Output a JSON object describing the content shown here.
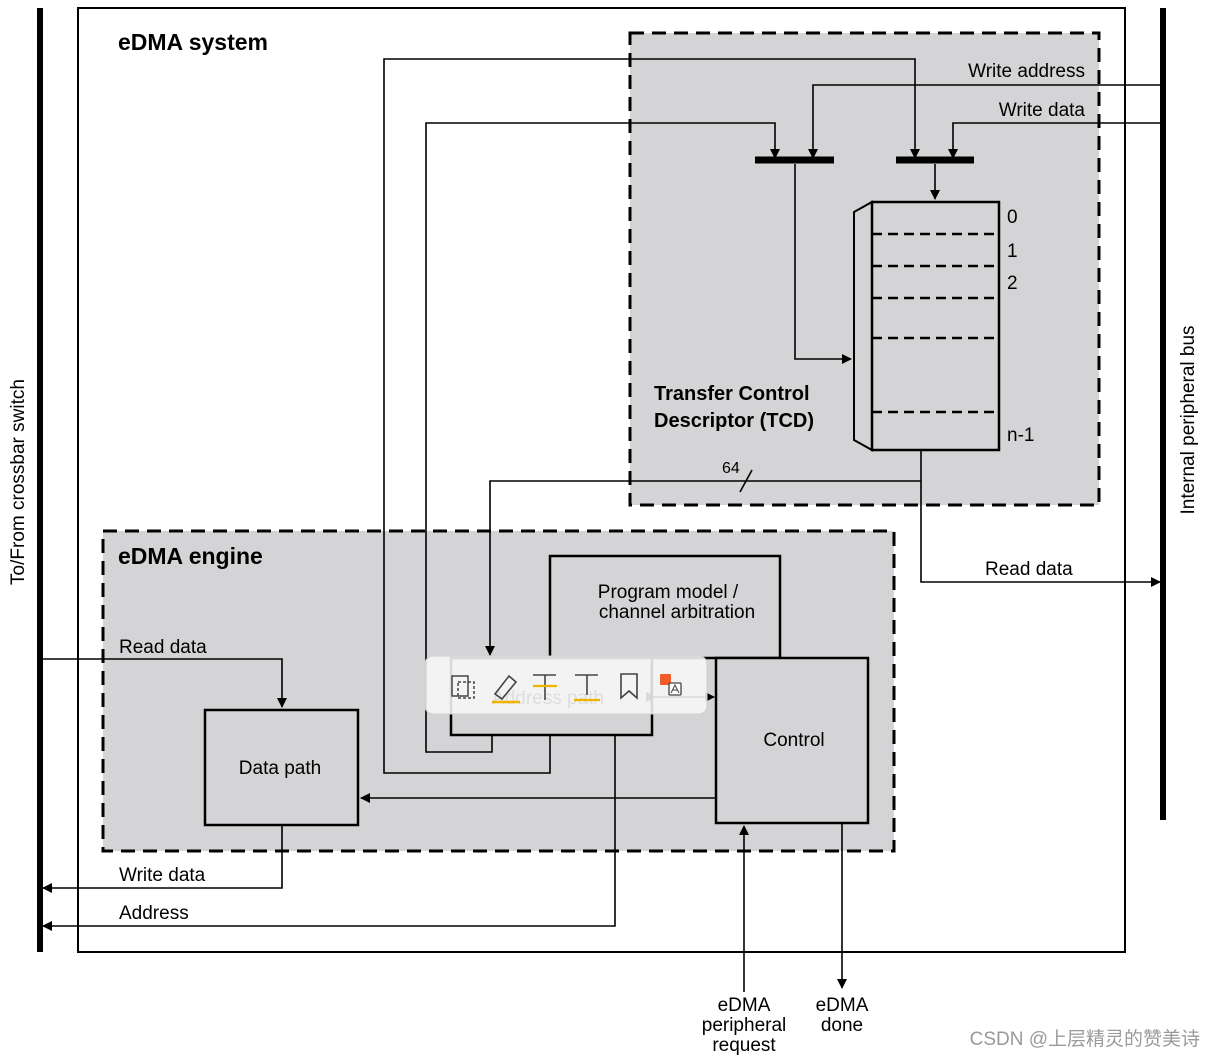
{
  "system": {
    "title": "eDMA system"
  },
  "engine": {
    "title": "eDMA engine"
  },
  "buses": {
    "left": "To/From crossbar switch",
    "right": "Internal peripheral bus"
  },
  "tcd": {
    "title_line1": "Transfer Control",
    "title_line2": "Descriptor (TCD)",
    "rows": [
      "0",
      "1",
      "2",
      "n-1"
    ]
  },
  "signals": {
    "write_address": "Write address",
    "write_data_top": "Write data",
    "read_data_right": "Read data",
    "bus_width": "64",
    "read_data_left": "Read data",
    "write_data_bottom": "Write data",
    "address": "Address"
  },
  "blocks": {
    "program_model_line1": "Program model /",
    "program_model_line2": "channel arbitration",
    "address_path": "Address path",
    "data_path": "Data path",
    "control": "Control"
  },
  "bottom_signals": {
    "request_line1": "eDMA",
    "request_line2": "peripheral",
    "request_line3": "request",
    "done_line1": "eDMA",
    "done_line2": "done"
  },
  "watermark": "CSDN @上层精灵的赞美诗",
  "toolbar": {
    "icons": [
      "copy-icon",
      "highlight-icon",
      "strikethrough-icon",
      "underline-icon",
      "bookmark-icon",
      "translate-icon"
    ]
  },
  "colors": {
    "region_fill": "#d4d4d6",
    "line": "#000000",
    "toolbar_bg": "#f7f7f7"
  }
}
